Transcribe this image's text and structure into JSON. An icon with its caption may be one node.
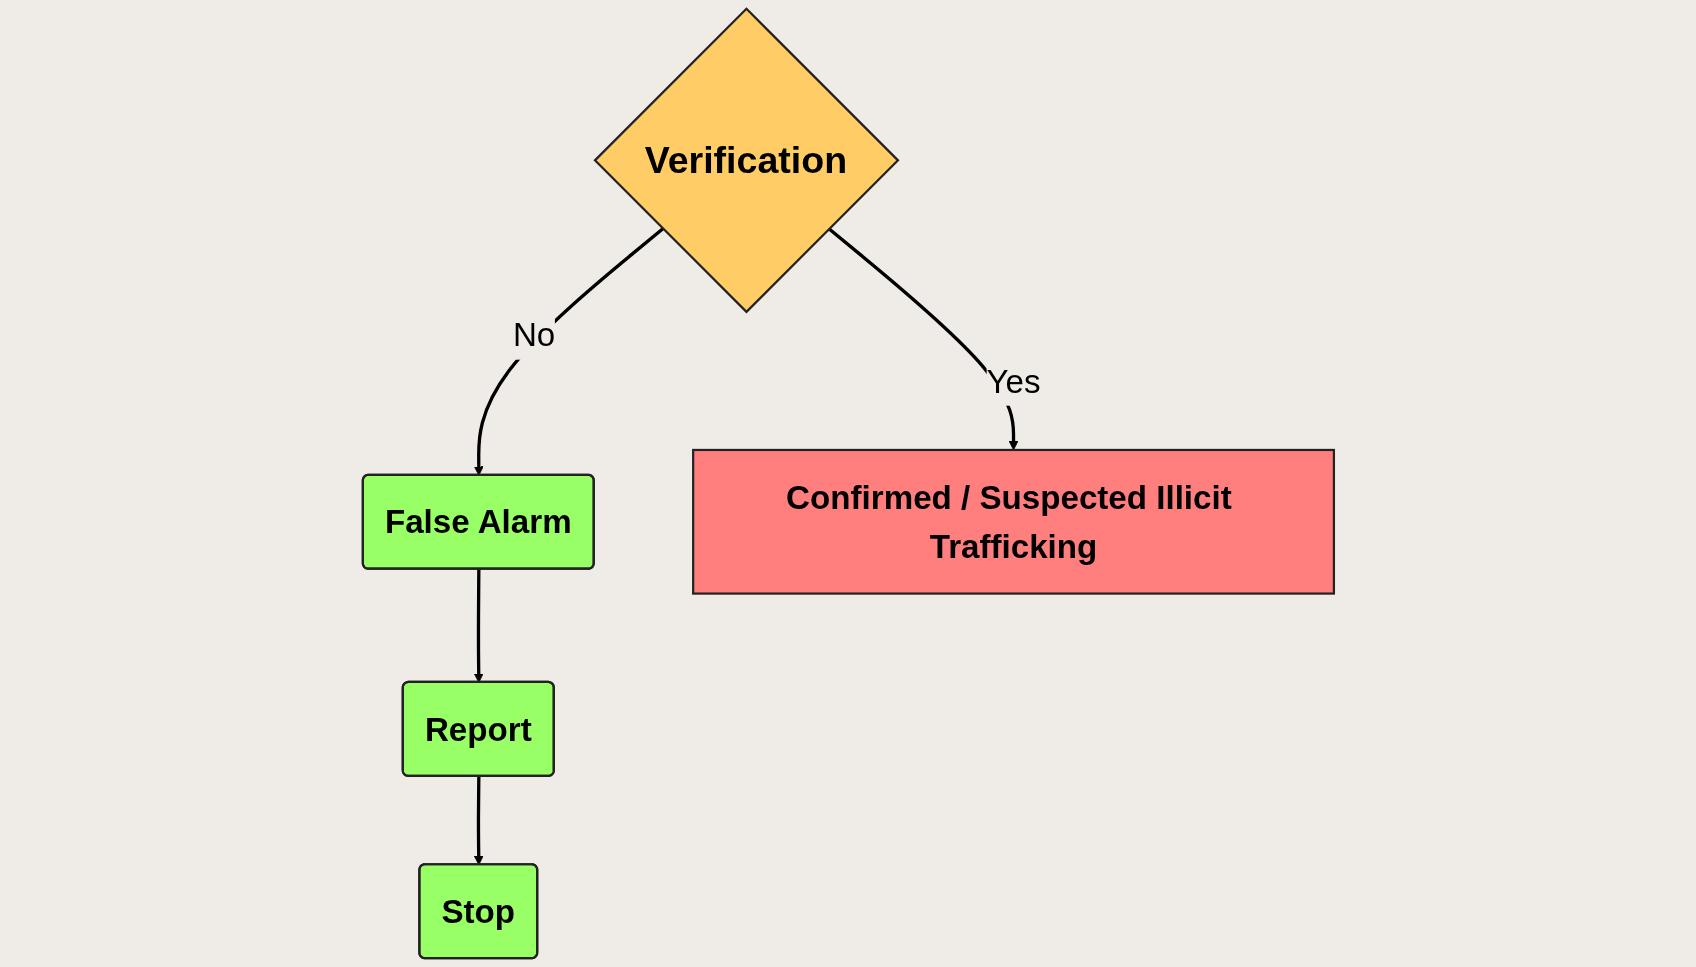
{
  "diagram": {
    "nodes": [
      {
        "text": [
          "Verification"
        ]
      },
      {
        "text": [
          "False Alarm"
        ]
      },
      {
        "text": [
          "Report"
        ]
      },
      {
        "text": [
          "Stop"
        ]
      },
      {
        "text": [
          "Confirmed / Suspected Illicit Trafficking"
        ]
      }
    ],
    "edges": [
      {
        "from": 0,
        "to": 1,
        "arrow": "to",
        "label": "No"
      },
      {
        "from": 1,
        "to": 2,
        "arrow": "to"
      },
      {
        "from": 2,
        "to": 3,
        "arrow": "to"
      },
      {
        "from": 0,
        "to": 4,
        "arrow": "to",
        "label": "Yes"
      }
    ]
  }
}
